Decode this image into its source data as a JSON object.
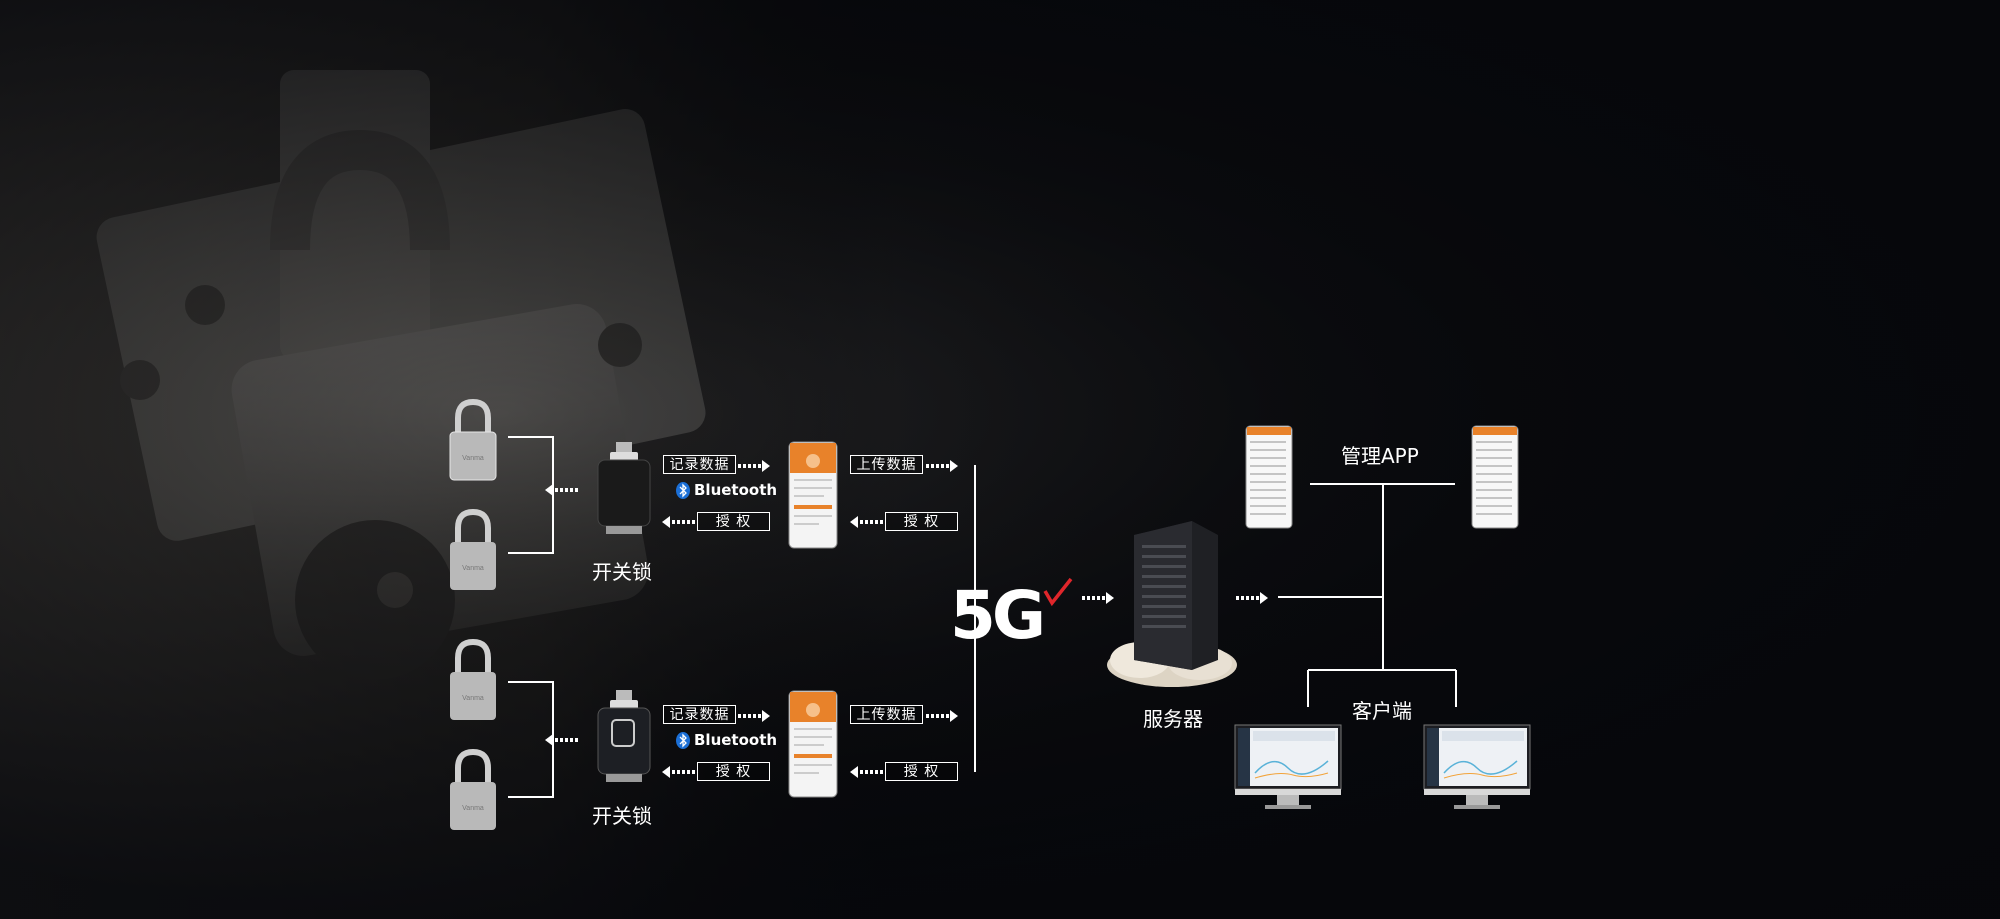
{
  "locks": {
    "group1_label": "开关锁",
    "group2_label": "开关锁",
    "padlock_brand": "Vanma"
  },
  "channels": {
    "top": {
      "record": "记录数据",
      "bluetooth": "Bluetooth",
      "auth_left": "授 权",
      "upload": "上传数据",
      "auth_right": "授 权"
    },
    "bottom": {
      "record": "记录数据",
      "bluetooth": "Bluetooth",
      "auth_left": "授 权",
      "upload": "上传数据",
      "auth_right": "授 权"
    }
  },
  "network": {
    "label_main": "5G",
    "check_mark": "√"
  },
  "server": {
    "label": "服务器"
  },
  "management": {
    "label": "管理APP"
  },
  "client": {
    "label": "客户端"
  },
  "colors": {
    "accent_orange": "#e8822a",
    "check_red": "#e0262b",
    "line_white": "#ffffff"
  }
}
